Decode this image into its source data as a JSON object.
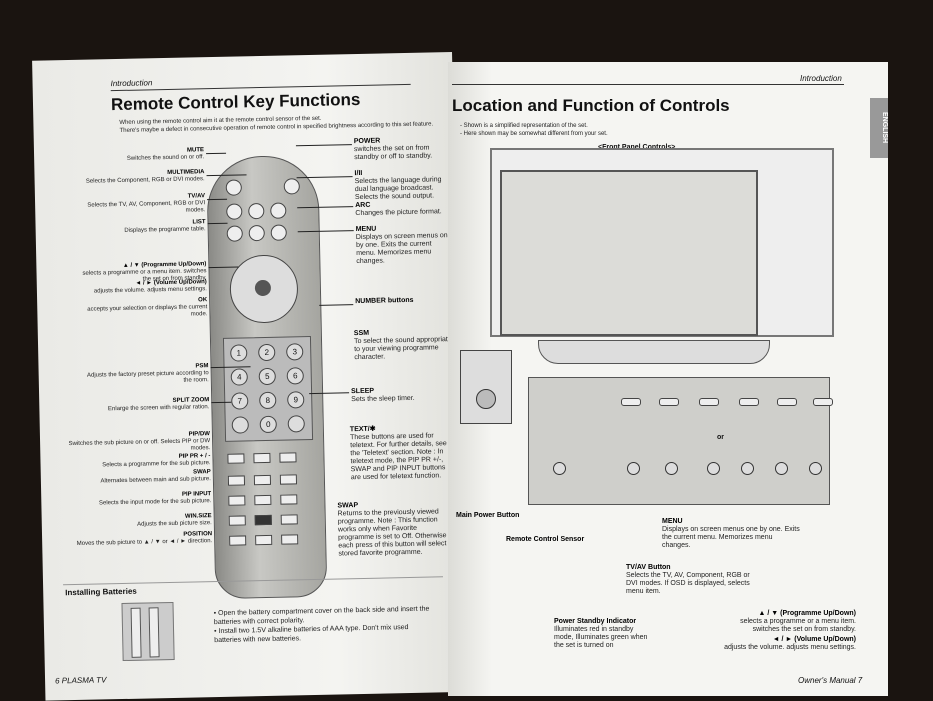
{
  "left": {
    "header": "Introduction",
    "title": "Remote Control Key Functions",
    "bullets": [
      "When using the remote control aim it at the remote control sensor of the set.",
      "There's maybe a defect in consecutive operation of remote control in specified brightness according to this set feature."
    ],
    "labels": {
      "mute": {
        "t": "MUTE",
        "d": "Switches the sound on or off."
      },
      "multimedia": {
        "t": "MULTIMEDIA",
        "d": "Selects the Component, RGB or DVI modes."
      },
      "tvav": {
        "t": "TV/AV",
        "d": "Selects the TV, AV, Component, RGB or DVI modes."
      },
      "list": {
        "t": "LIST",
        "d": "Displays the programme table."
      },
      "prog": {
        "t": "▲ / ▼ (Programme Up/Down)",
        "d": "selects a programme or a menu item. switches the set on from standby."
      },
      "vol": {
        "t": "◄ / ► (Volume Up/Down)",
        "d": "adjusts the volume. adjusts menu settings."
      },
      "ok": {
        "t": "OK",
        "d": "accepts your selection or displays the current mode."
      },
      "psm": {
        "t": "PSM",
        "d": "Adjusts the factory preset picture according to the room."
      },
      "splitzoom": {
        "t": "SPLIT ZOOM",
        "d": "Enlarge the screen with regular ration."
      },
      "pipdw": {
        "t": "PIP/DW",
        "d": "Switches the sub picture on or off. Selects PIP or DW modes."
      },
      "pippr": {
        "t": "PIP PR + / -",
        "d": "Selects a programme for the sub picture."
      },
      "swap1": {
        "t": "SWAP",
        "d": "Alternates between main and sub picture."
      },
      "pipinput": {
        "t": "PIP INPUT",
        "d": "Selects the input mode for the sub picture."
      },
      "winsize": {
        "t": "WIN.SIZE",
        "d": "Adjusts the sub picture size."
      },
      "position": {
        "t": "POSITION",
        "d": "Moves the sub picture to ▲ / ▼ or ◄ / ► direction."
      },
      "power": {
        "t": "POWER",
        "d": "switches the set on from standby or off to standby."
      },
      "ii": {
        "t": "I/II",
        "d": "Selects the language during dual language broadcast. Selects the sound output."
      },
      "arc": {
        "t": "ARC",
        "d": "Changes the picture format."
      },
      "menu": {
        "t": "MENU",
        "d": "Displays on screen menus one by one. Exits the current menu. Memorizes menu changes."
      },
      "number": {
        "t": "NUMBER buttons",
        "d": ""
      },
      "ssm": {
        "t": "SSM",
        "d": "To select the sound appropriate to your viewing programme character."
      },
      "sleep": {
        "t": "SLEEP",
        "d": "Sets the sleep timer."
      },
      "text": {
        "t": "TEXT/✱",
        "d": "These buttons are used for teletext. For further details, see the 'Teletext' section. Note : In teletext mode, the PIP PR +/-, SWAP and PIP INPUT buttons are used for teletext function."
      },
      "swap2": {
        "t": "SWAP",
        "d": "Returns to the previously viewed programme. Note : This function works only when Favorite programme is set to Off. Otherwise each press of this button will select a stored favorite programme."
      }
    },
    "batteries_title": "Installing Batteries",
    "battery_bullets": [
      "Open the battery compartment cover on the back side and insert the batteries with correct polarity.",
      "Install two 1.5V alkaline batteries of AAA type. Don't mix used batteries with new batteries."
    ],
    "footer": "6 PLASMA TV"
  },
  "right": {
    "header": "Introduction",
    "title": "Location and Function of Controls",
    "bullets": [
      "Shown is a simplified representation of the set.",
      "Here shown may be somewhat different from your set."
    ],
    "subtitle": "<Front Panel Controls>",
    "tab": "ENGLISH",
    "or": "or",
    "labels": {
      "mainpower": {
        "t": "Main Power Button",
        "d": ""
      },
      "sensor": {
        "t": "Remote Control Sensor",
        "d": ""
      },
      "standby": {
        "t": "Power Standby Indicator",
        "d": "Illuminates red in standby mode, Illuminates green when the set is turned on"
      },
      "tvav": {
        "t": "TV/AV Button",
        "d": "Selects the TV, AV, Component, RGB or DVI modes. If OSD is displayed, selects menu item."
      },
      "menu": {
        "t": "MENU",
        "d": "Displays on screen menus one by one. Exits the current menu. Memorizes menu changes."
      },
      "prog": {
        "t": "▲ / ▼ (Programme Up/Down)",
        "d": "selects a programme or a menu item. switches the set on from standby."
      },
      "vol": {
        "t": "◄ / ► (Volume Up/Down)",
        "d": "adjusts the volume. adjusts menu settings."
      }
    },
    "footer": "Owner's Manual  7"
  }
}
